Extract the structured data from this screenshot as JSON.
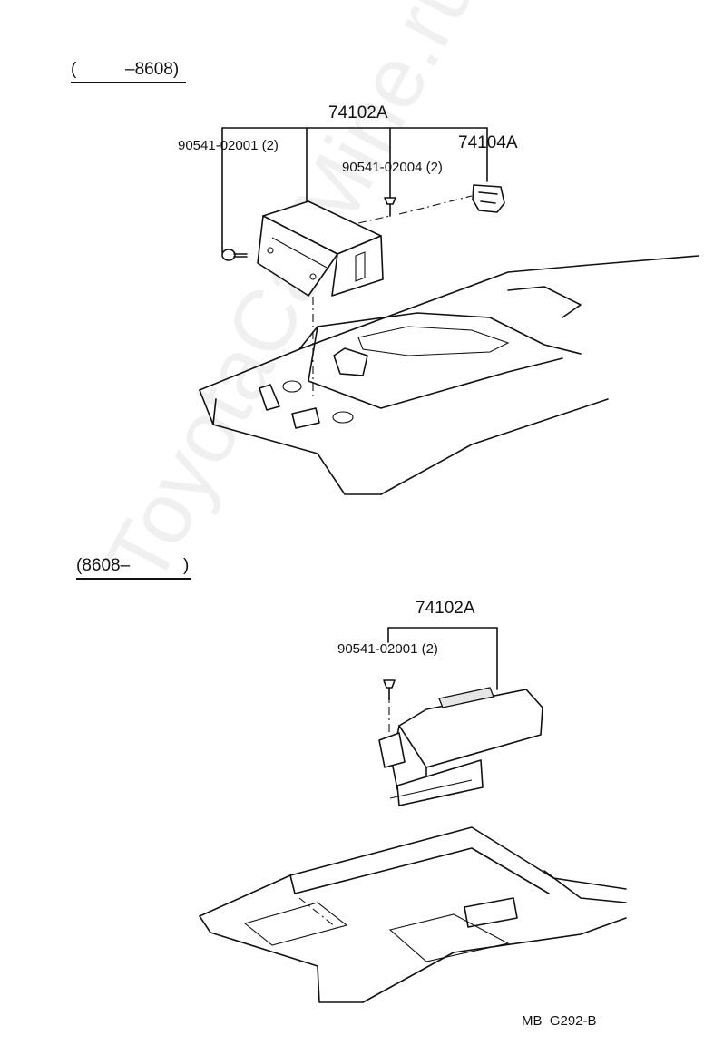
{
  "watermark": "ToyotaCarMine.ru",
  "section_top": {
    "open_paren": "(",
    "range": "–8608)",
    "labels": {
      "assembly": "74102A",
      "screw_left": "90541-02001 (2)",
      "screw_mid": "90541-02004 (2)",
      "clip": "74104A"
    }
  },
  "section_bottom": {
    "range": "(8608–",
    "close_paren": ")",
    "labels": {
      "assembly": "74102A",
      "screw": "90541-02001 (2)"
    }
  },
  "footer": {
    "code": "MB  G292-B"
  }
}
